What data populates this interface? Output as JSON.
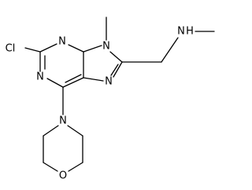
{
  "molecule": {
    "atom_labels": {
      "chlorine": "Cl",
      "n1": "N",
      "n3": "N",
      "n9": "N",
      "n7": "N",
      "amine_n": "N",
      "amine_h": "H",
      "morpholine_n": "N",
      "morpholine_o": "O"
    }
  },
  "colors": {
    "line": "#000000",
    "background": "#ffffff"
  }
}
